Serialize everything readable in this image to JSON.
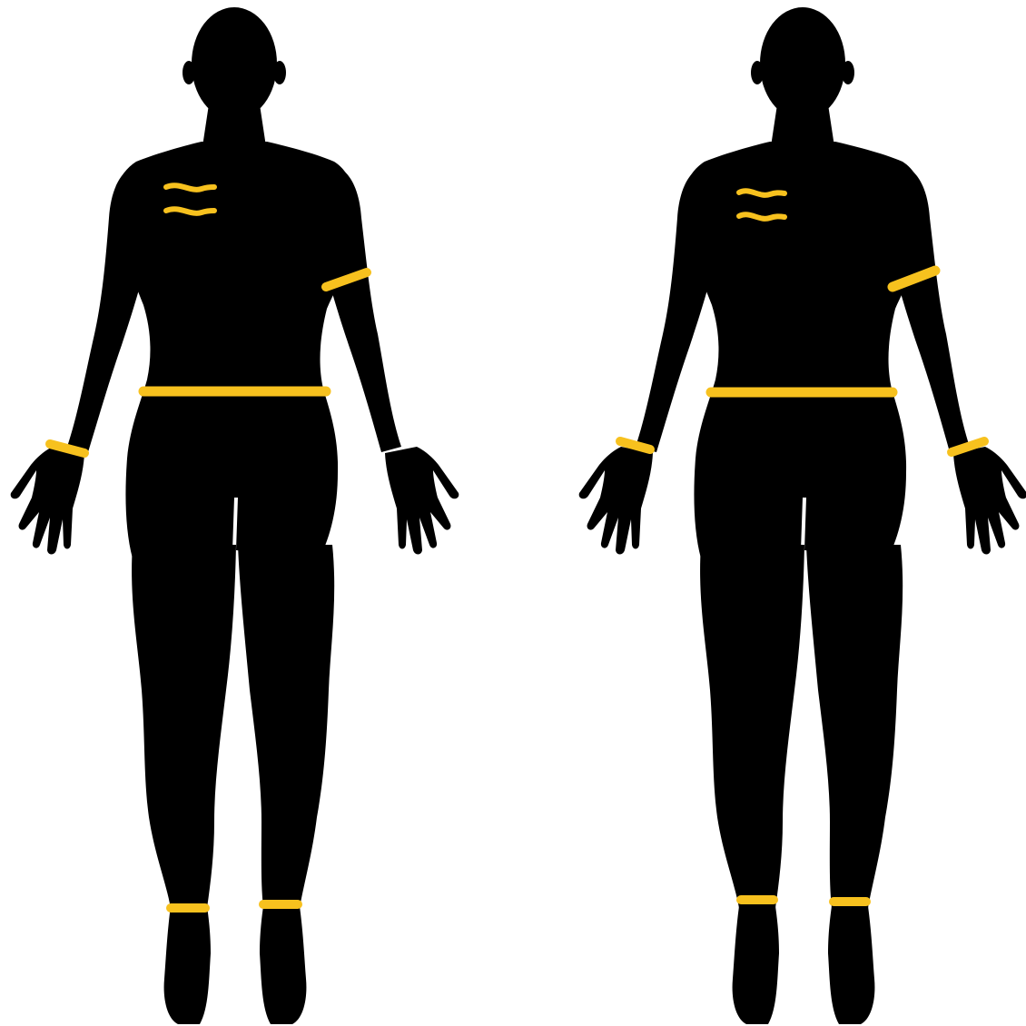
{
  "diagram": {
    "background_color": "#ffffff",
    "silhouette_color": "#000000",
    "marker_color": "#f7c11e",
    "figures": [
      {
        "id": "figure-left",
        "markers": [
          "chest-marks-2-wavy-lines",
          "left-upper-arm-band",
          "waist-band",
          "right-wrist-band",
          "right-ankle-band",
          "left-ankle-band"
        ]
      },
      {
        "id": "figure-right",
        "markers": [
          "chest-marks-2-wavy-lines",
          "left-upper-arm-band",
          "waist-band",
          "right-wrist-band",
          "left-wrist-band",
          "right-ankle-band",
          "left-ankle-band"
        ]
      }
    ]
  }
}
